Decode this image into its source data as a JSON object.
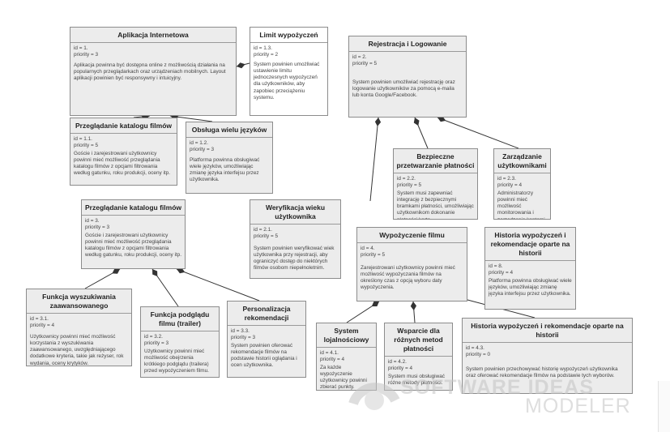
{
  "requirements": [
    {
      "key": "app",
      "title": "Aplikacja Internetowa",
      "id": "id = 1.",
      "priority": "priority = 3",
      "text": "Aplikacja powinna być dostępna online z możliwością działania na popularnych przeglądarkach oraz urządzeniach mobilnych. Layout aplikacji powinien być responsywny i intuicyjny."
    },
    {
      "key": "limit",
      "title": "Limit wypożyczeń",
      "id": "id = 1.3.",
      "priority": "priority = 2",
      "text": "System powinien umożliwiać ustawienie limitu jednoczesnych wypożyczeń dla użytkowników, aby zapobiec przeciążeniu systemu."
    },
    {
      "key": "reg",
      "title": "Rejestracja i Logowanie",
      "id": "id = 2.",
      "priority": "priority = 5",
      "text": "System powinien umożliwiać rejestrację oraz logowanie użytkowników za pomocą e-maila lub konta Google/Facebook."
    },
    {
      "key": "browse1",
      "title": "Przeglądanie katalogu filmów",
      "id": "id = 1.1.",
      "priority": "priority = 5",
      "text": "Goście i zarejestrowani użytkownicy powinni mieć możliwość przeglądania katalogu filmów z opcjami filtrowania według gatunku, roku produkcji, oceny itp."
    },
    {
      "key": "lang",
      "title": "Obsługa wielu języków",
      "id": "id = 1.2.",
      "priority": "priority = 3",
      "text": "Platforma powinna obsługiwać wiele języków, umożliwiając zmianę języka interfejsu przez użytkownika."
    },
    {
      "key": "pay",
      "title": "Bezpieczne przetwarzanie płatności",
      "id": "id = 2.2.",
      "priority": "priority = 5",
      "text": "System musi zapewniać integrację z bezpiecznymi bramkami płatności, umożliwiając użytkownikom dokonanie płatności kartą."
    },
    {
      "key": "users",
      "title": "Zarządzanie użytkownikami",
      "id": "id = 2.3.",
      "priority": "priority = 4",
      "text": "Administratorzy powinni mieć możliwość monitorowania i zarządzania kontami."
    },
    {
      "key": "age",
      "title": "Weryfikacja wieku użytkownika",
      "id": "id = 2.1.",
      "priority": "priority = 5",
      "text": "System powinien weryfikować wiek użytkownika przy rejestracji, aby ograniczyć dostęp do niektórych filmów osobom niepełnoletnim."
    },
    {
      "key": "browse3",
      "title": "Przeglądanie katalogu filmów",
      "id": "id = 3.",
      "priority": "priority = 3",
      "text": "Goście i zarejestrowani użytkownicy powinni mieć możliwość przeglądania katalogu filmów z opcjami filtrowania według gatunku, roku produkcji, oceny itp."
    },
    {
      "key": "rent",
      "title": "Wypożyczenie filmu",
      "id": "id = 4.",
      "priority": "priority = 5",
      "text": "Zarejestrowani użytkownicy powinni mieć możliwość wypożyczania filmów na określony czas z opcją wyboru daty wypożyczenia."
    },
    {
      "key": "hist8",
      "title": "Historia wypożyczeń i rekomendacje oparte na historii",
      "id": "id = 8.",
      "priority": "priority = 4",
      "text": "Platforma powinna obsługiwać wiele języków, umożliwiając zmianę języka interfejsu przez użytkownika."
    },
    {
      "key": "search",
      "title": "Funkcja wyszukiwania zaawansowanego",
      "id": "id = 3.1.",
      "priority": "priority = 4",
      "text": "Użytkownicy powinni mieć możliwość korzystania z wyszukiwania zaawansowanego, uwzględniającego dodatkowe kryteria, takie jak reżyser, rok wydania, oceny krytyków."
    },
    {
      "key": "preview",
      "title": "Funkcja podglądu filmu (trailer)",
      "id": "id = 3.2.",
      "priority": "priority = 3",
      "text": "Użytkownicy powinni mieć możliwość obejrzenia krótkiego podglądu (trailera) przed wypożyczeniem filmu."
    },
    {
      "key": "perso",
      "title": "Personalizacja rekomendacji",
      "id": "id = 3.3.",
      "priority": "priority = 3",
      "text": "System powinien oferować rekomendacje filmów na podstawie historii oglądania i ocen użytkownika."
    },
    {
      "key": "loyal",
      "title": "System lojalnościowy",
      "id": "id = 4.1.",
      "priority": "priority = 4",
      "text": "Za każde wypożyczenie użytkownicy powinni zbierać punkty."
    },
    {
      "key": "methods",
      "title": "Wsparcie dla różnych metod płatności",
      "id": "id = 4.2.",
      "priority": "priority = 4",
      "text": "System musi obsługiwać różne metody płatności."
    },
    {
      "key": "hist43",
      "title": "Historia wypożyczeń i rekomendacje oparte na historii",
      "id": "id = 4.3.",
      "priority": "priority = 0",
      "text": "System powinien przechowywać historię wypożyczeń użytkownika oraz oferować rekomendacje filmów na podstawie tych wyborów."
    }
  ],
  "watermark": {
    "line1": "SOFTWARE IDEAS",
    "line2": "MODELER"
  }
}
